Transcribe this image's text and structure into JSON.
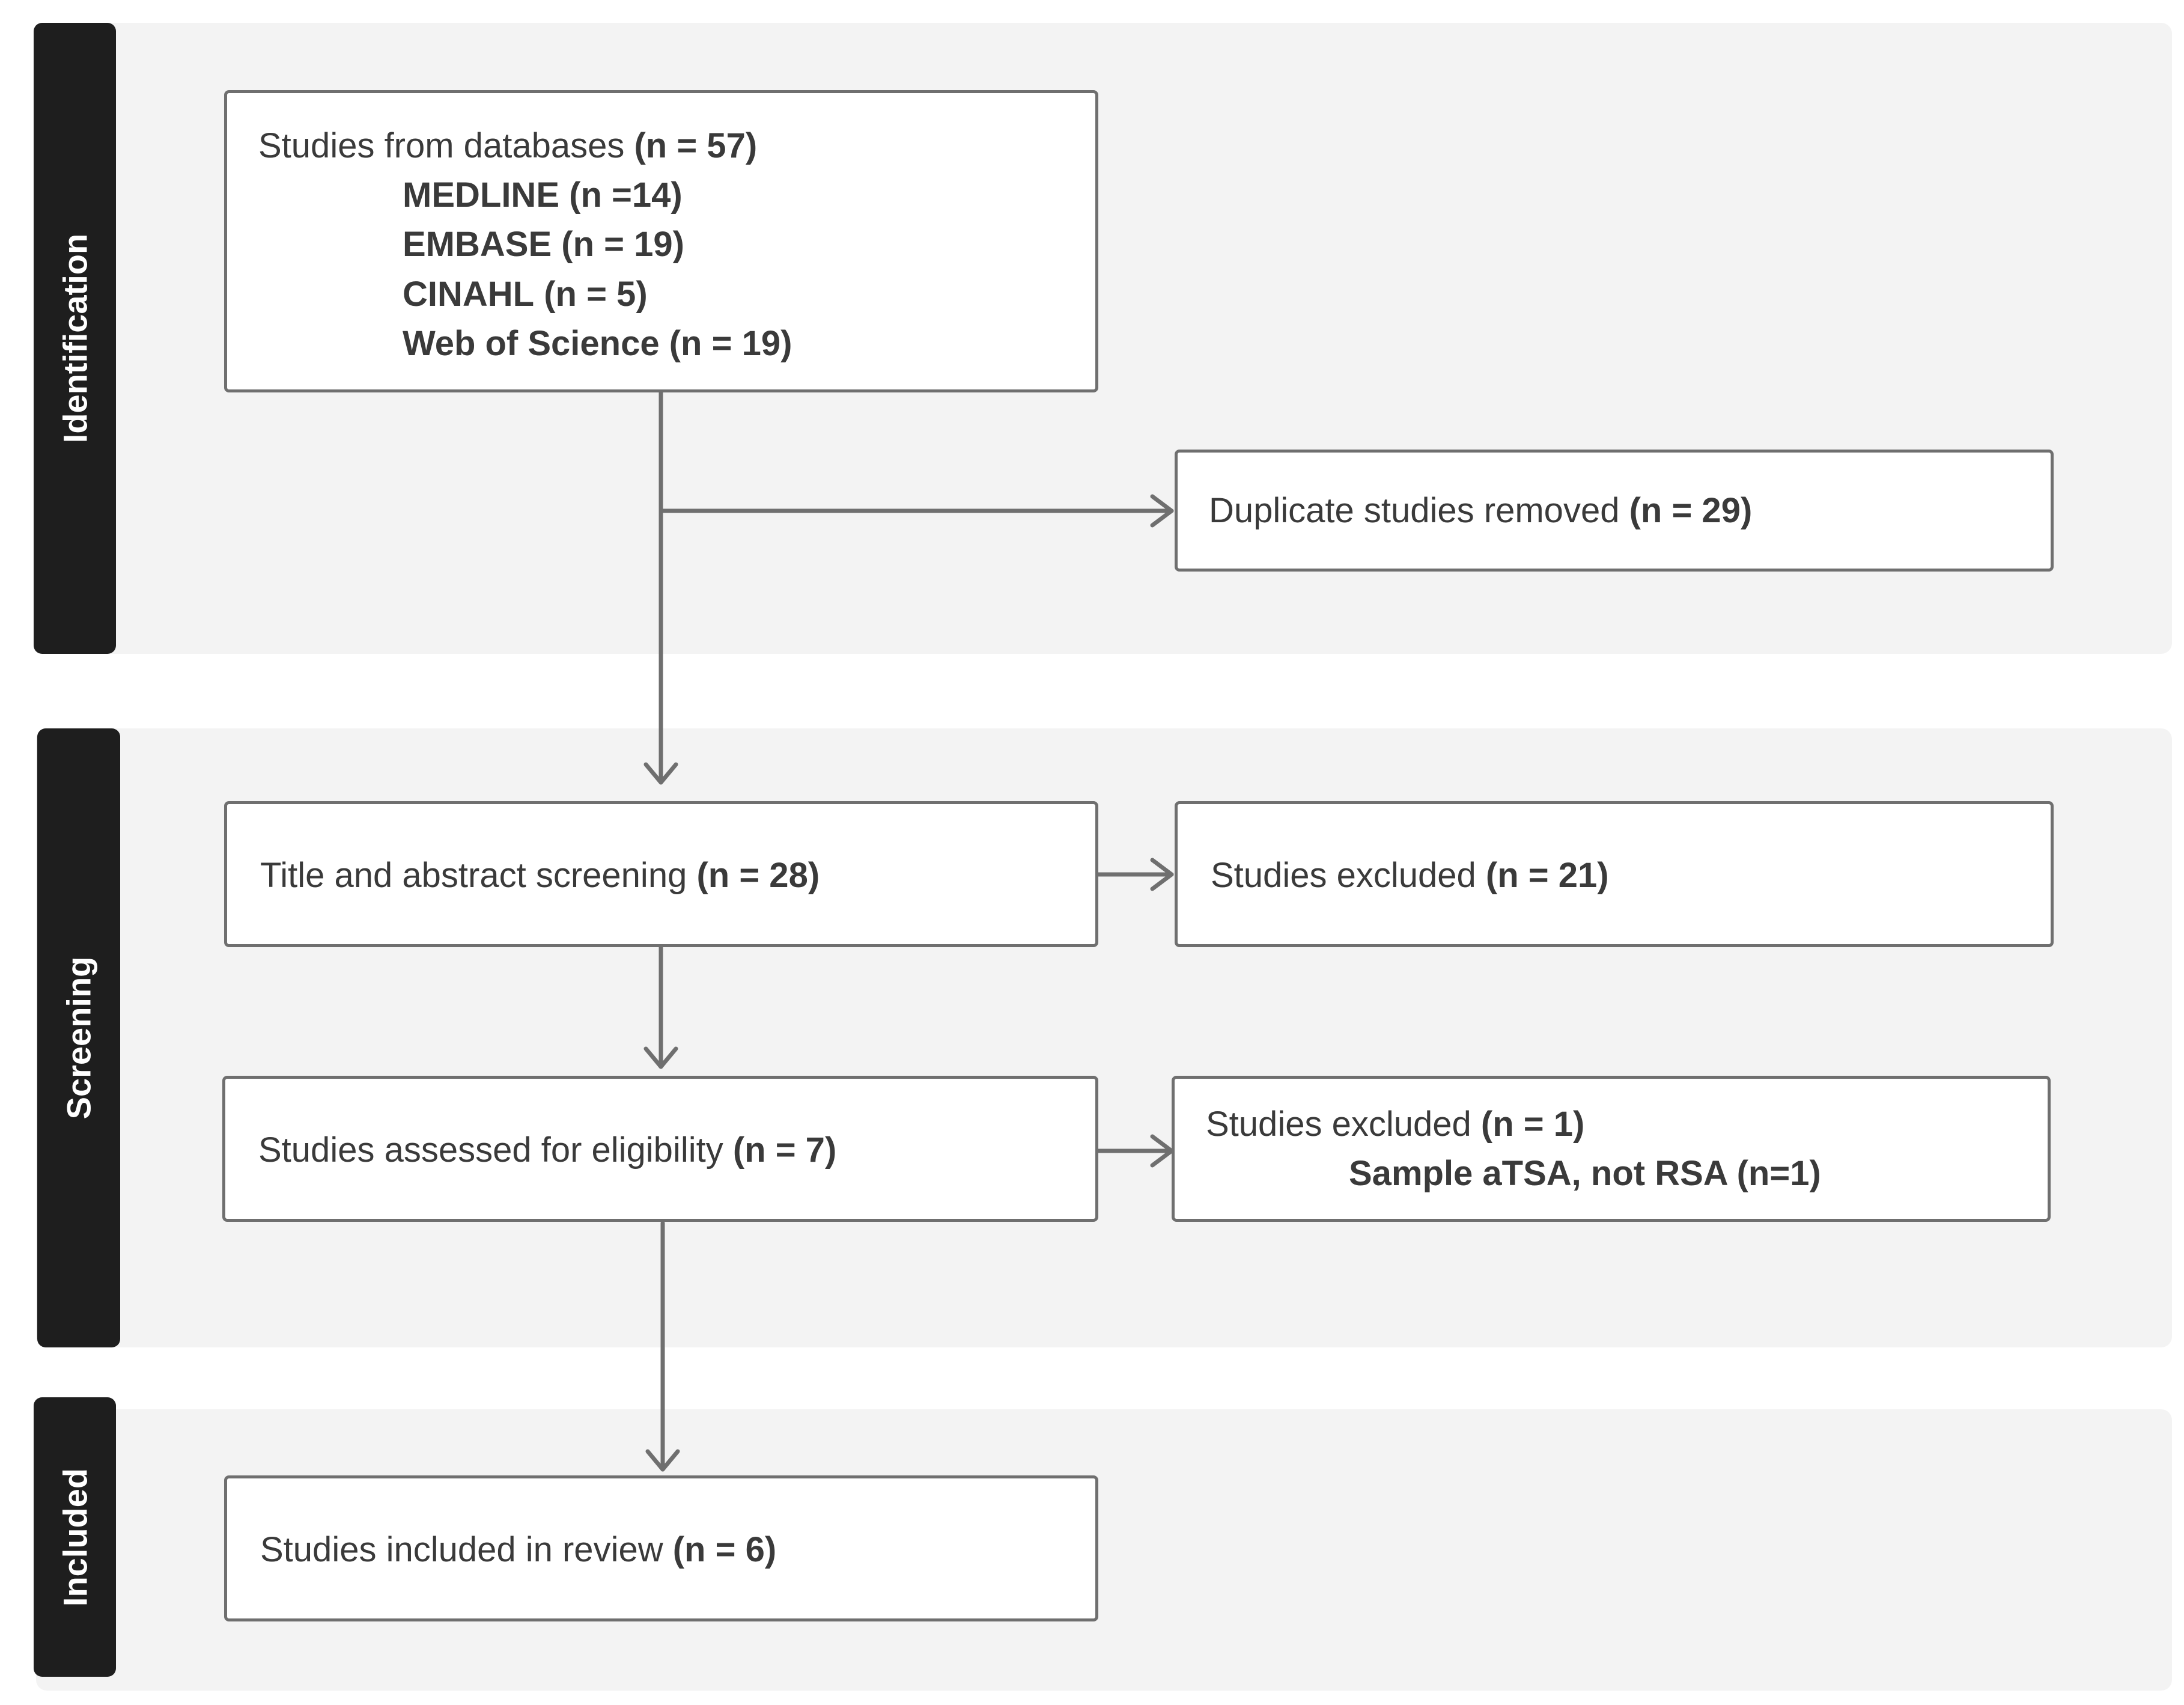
{
  "phases": {
    "identification": "Identification",
    "screening": "Screening",
    "included": "Included"
  },
  "boxes": {
    "databases": {
      "text": "Studies from databases",
      "count": "(n = 57)",
      "sources": [
        {
          "name": "MEDLINE",
          "count": "(n =14)"
        },
        {
          "name": "EMBASE",
          "count": "(n = 19)"
        },
        {
          "name": "CINAHL",
          "count": "(n = 5)"
        },
        {
          "name": "Web of Science",
          "count": "(n = 19)"
        }
      ]
    },
    "duplicates": {
      "text": "Duplicate studies removed",
      "count": "(n = 29)"
    },
    "title_abstract": {
      "text": "Title and abstract screening",
      "count": "(n = 28)"
    },
    "excluded_screening": {
      "text": "Studies excluded",
      "count": "(n = 21)"
    },
    "eligibility": {
      "text": "Studies assessed for eligibility",
      "count": "(n = 7)"
    },
    "excluded_eligibility": {
      "text": "Studies excluded",
      "count": "(n = 1)",
      "reason": "Sample aTSA, not RSA (n=1)"
    },
    "included": {
      "text": "Studies included in review",
      "count": "(n = 6)"
    }
  },
  "colors": {
    "sidebar": "#1e1e1e",
    "band": "#f3f3f3",
    "border": "#6f6f6f",
    "arrow": "#6f6f6f"
  }
}
